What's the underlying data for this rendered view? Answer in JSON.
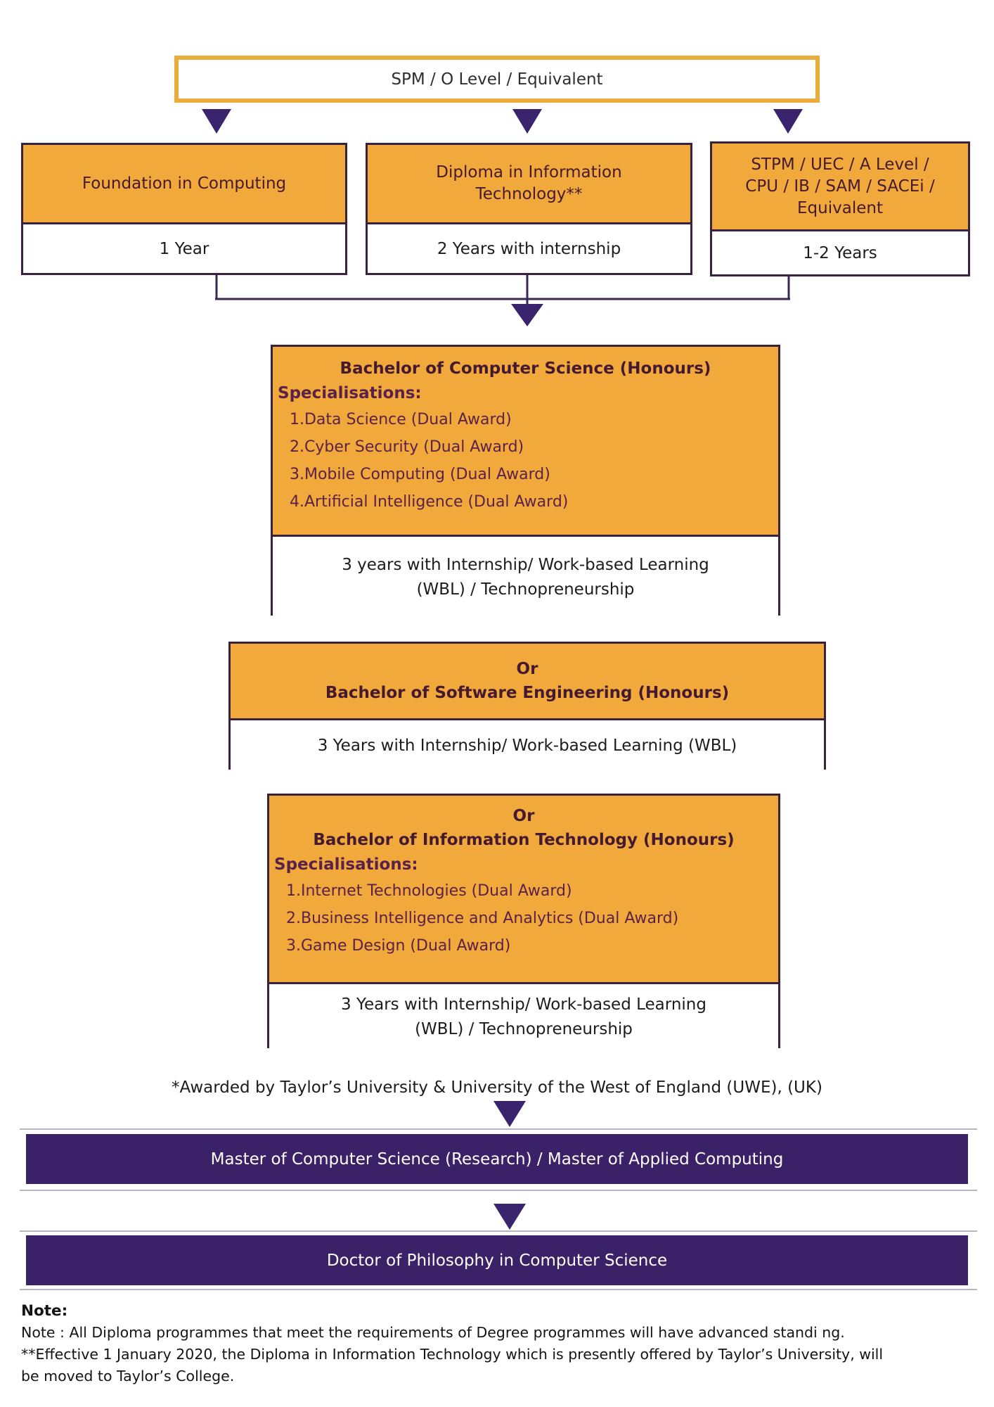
{
  "colors": {
    "gold_border": "#ebac3c",
    "orange_fill": "#f2a93b",
    "box_border": "#39223f",
    "banner_purple": "#3b2167",
    "arrow_purple": "#3a246e",
    "title_maroon": "#451a31",
    "spec_maroon": "#5a2149"
  },
  "entry_box": {
    "label": "SPM / O Level / Equivalent"
  },
  "pathways": [
    {
      "title_lines": [
        "Foundation in Computing"
      ],
      "duration": "1 Year"
    },
    {
      "title_lines": [
        "Diploma in Information",
        "Technology**"
      ],
      "duration": "2 Years with internship"
    },
    {
      "title_lines": [
        "STPM / UEC / A Level /",
        "CPU / IB / SAM / SACEi /",
        "Equivalent"
      ],
      "duration": "1-2 Years"
    }
  ],
  "bachelor_cs": {
    "title": "Bachelor of Computer Science (Honours)",
    "spec_label": "Specialisations:",
    "specialisations": [
      "1.Data Science (Dual Award)",
      "2.Cyber Security (Dual Award)",
      "3.Mobile Computing (Dual Award)",
      "4.Artificial Intelligence (Dual Award)"
    ],
    "duration_lines": [
      "3 years with Internship/ Work-based Learning",
      "(WBL) / Technopreneurship"
    ]
  },
  "bachelor_se": {
    "or_label": "Or",
    "title": "Bachelor of Software Engineering (Honours)",
    "duration": "3 Years with Internship/ Work-based Learning (WBL)"
  },
  "bachelor_it": {
    "or_label": "Or",
    "title": "Bachelor of Information Technology (Honours)",
    "spec_label": "Specialisations:",
    "specialisations": [
      "1.Internet Technologies (Dual Award)",
      "2.Business Intelligence and Analytics (Dual Award)",
      "3.Game Design (Dual Award)"
    ],
    "duration_lines": [
      "3 Years with Internship/ Work-based Learning",
      "(WBL) / Technopreneurship"
    ]
  },
  "footnote": "*Awarded by Taylor’s University & University of the West of England (UWE), (UK)",
  "master_banner": "Master of Computer Science (Research) / Master of Applied Computing",
  "phd_banner": "Doctor of Philosophy in Computer Science",
  "notes": {
    "heading": "Note:",
    "lines": [
      "Note : All Diploma programmes that meet the requirements of Degree programmes will have advanced standi ng.",
      "**Effective 1 January 2020, the Diploma in Information Technology which is presently offered by Taylor’s University, will",
      "be moved to Taylor’s College."
    ]
  }
}
